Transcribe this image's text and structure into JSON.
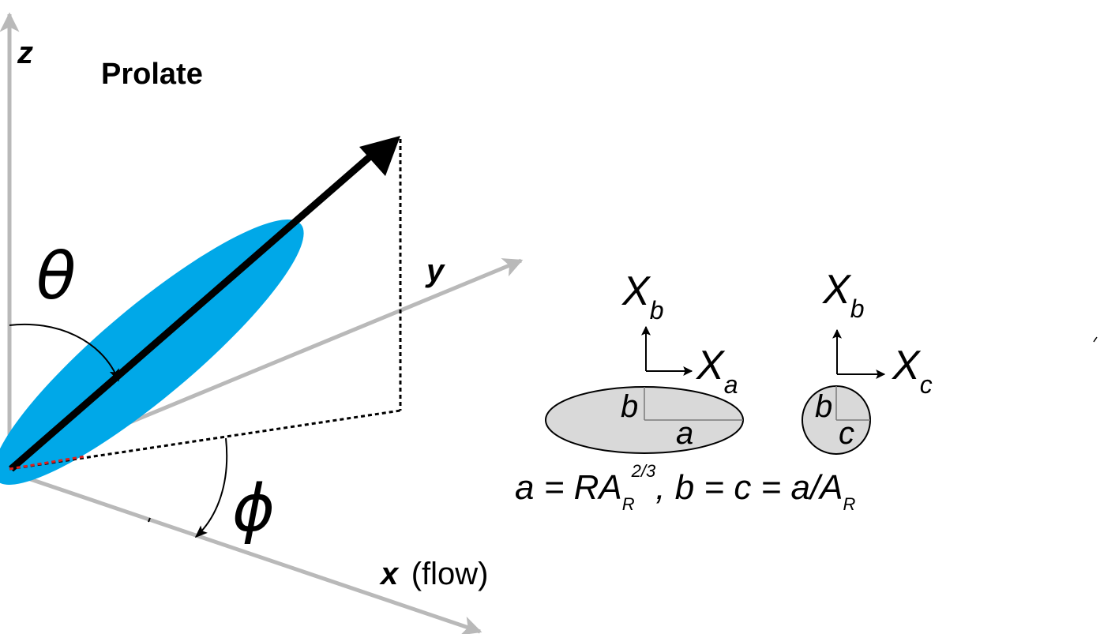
{
  "diagram": {
    "title": "Prolate",
    "axes": {
      "z_label": "z",
      "y_label": "y",
      "x_label": "x",
      "x_suffix": "(flow)"
    },
    "angles": {
      "polar": "θ",
      "azimuth": "ϕ"
    },
    "colors": {
      "spheroid": "#00a8e8",
      "axis": "#b9b9b9",
      "vector": "#000000",
      "projection_segment": "#e0201c",
      "cross_section_fill": "#d9d9d9"
    },
    "cross_sections": [
      {
        "name": "major-cross-section",
        "frame_vertical": "X",
        "frame_vertical_sub": "b",
        "frame_horizontal": "X",
        "frame_horizontal_sub": "a",
        "semi_axis_vertical": "b",
        "semi_axis_horizontal": "a"
      },
      {
        "name": "minor-cross-section",
        "frame_vertical": "X",
        "frame_vertical_sub": "b",
        "frame_horizontal": "X",
        "frame_horizontal_sub": "c",
        "semi_axis_vertical": "b",
        "semi_axis_horizontal": "c"
      }
    ],
    "equation": {
      "lhs": "a",
      "eq1": " = ",
      "R": "R",
      "A": "A",
      "sub_R": "R",
      "exp": "2/3",
      "mid": ", b = c = a/",
      "A2": "A",
      "sub_R2": "R"
    }
  }
}
